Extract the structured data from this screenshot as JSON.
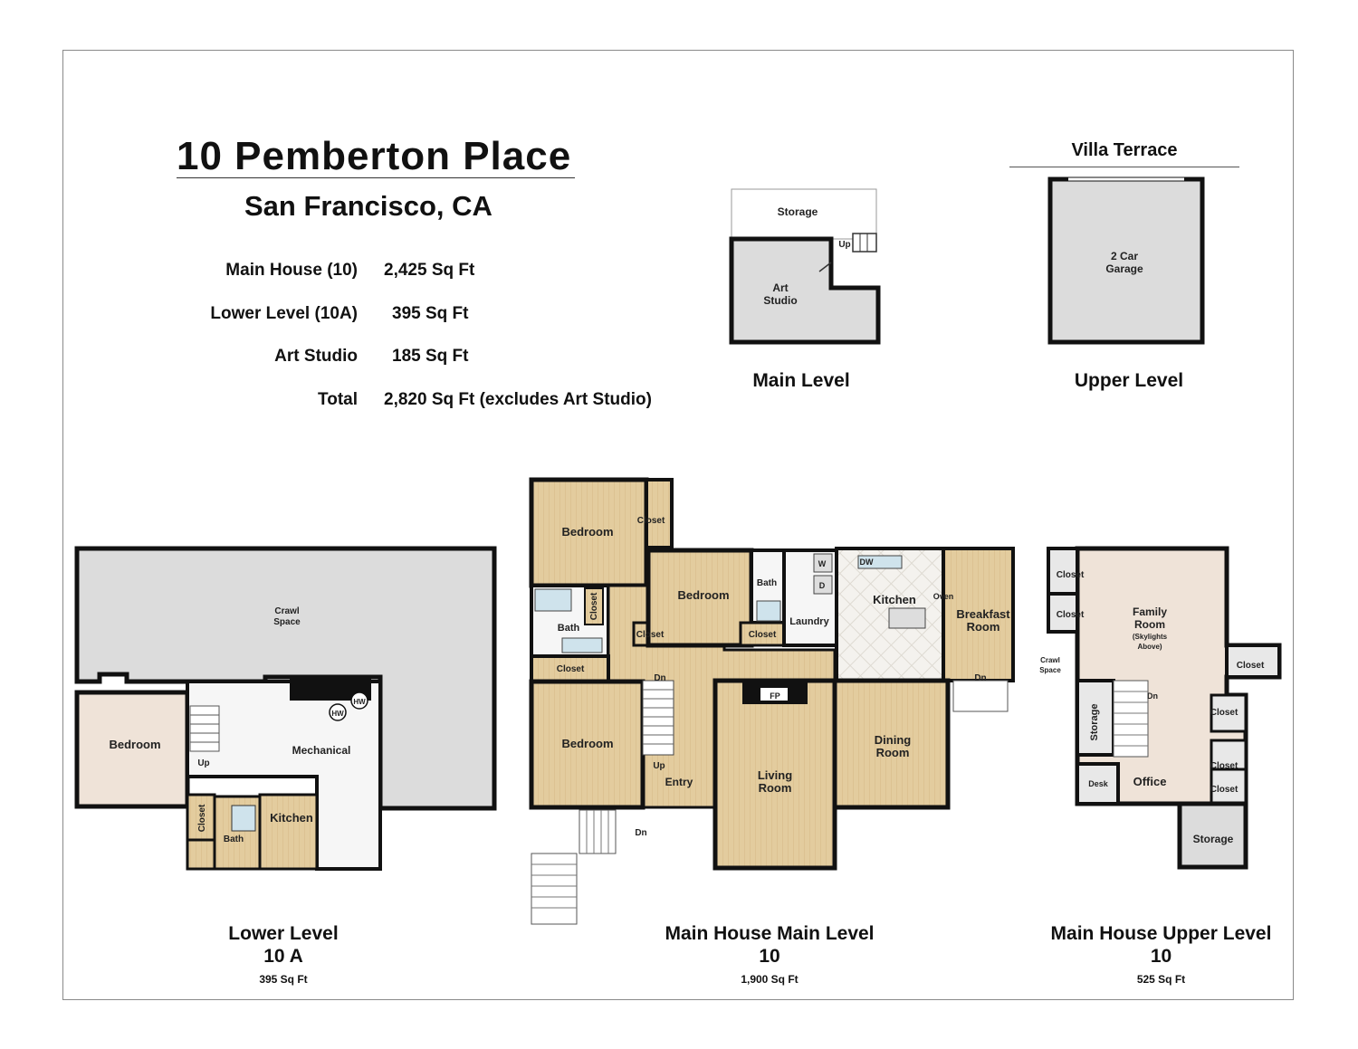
{
  "header": {
    "title": "10 Pemberton Place",
    "subtitle": "San Francisco, CA"
  },
  "stats": [
    {
      "label": "Main House (10)",
      "value": "2,425 Sq Ft"
    },
    {
      "label": "Lower Level (10A)",
      "value": "395 Sq Ft"
    },
    {
      "label": "Art Studio",
      "value": "185 Sq Ft"
    },
    {
      "label": "Total",
      "value": "2,820 Sq Ft (excludes Art Studio)"
    }
  ],
  "villa_terrace": {
    "heading": "Villa Terrace",
    "main_level_caption": "Main Level",
    "upper_level_caption": "Upper Level",
    "rooms": {
      "storage": "Storage",
      "up": "Up",
      "art_studio_1": "Art",
      "art_studio_2": "Studio",
      "garage_1": "2 Car",
      "garage_2": "Garage"
    }
  },
  "lower_level": {
    "caption_line1": "Lower Level",
    "caption_line2": "10 A",
    "area": "395 Sq Ft",
    "rooms": {
      "crawl_1": "Crawl",
      "crawl_2": "Space",
      "bedroom": "Bedroom",
      "mechanical": "Mechanical",
      "hw": "HW",
      "up": "Up",
      "closet": "Closet",
      "kitchen": "Kitchen",
      "bath": "Bath"
    }
  },
  "main_level": {
    "caption_line1": "Main House Main Level",
    "caption_line2": "10",
    "area": "1,900 Sq Ft",
    "rooms": {
      "bedroom": "Bedroom",
      "closet": "Closet",
      "bath": "Bath",
      "laundry": "Laundry",
      "w": "W",
      "d": "D",
      "dw": "DW",
      "kitchen": "Kitchen",
      "oven": "Oven",
      "breakfast_1": "Breakfast",
      "breakfast_2": "Room",
      "dn": "Dn",
      "up": "Up",
      "entry": "Entry",
      "fp": "FP",
      "living_1": "Living",
      "living_2": "Room",
      "dining_1": "Dining",
      "dining_2": "Room"
    }
  },
  "upper_level": {
    "caption_line1": "Main House Upper Level",
    "caption_line2": "10",
    "area": "525 Sq Ft",
    "rooms": {
      "closet": "Closet",
      "family_1": "Family",
      "family_2": "Room",
      "family_3": "(Skylights",
      "family_4": "Above)",
      "crawl_1": "Crawl",
      "crawl_2": "Space",
      "dn": "Dn",
      "storage": "Storage",
      "desk": "Desk",
      "office": "Office"
    }
  },
  "colors": {
    "floor_wood": "#e3cc9e",
    "floor_grey": "#dcdcdc",
    "floor_pink": "#efe3d8",
    "floor_white": "#f6f6f6",
    "floor_tile": "#f3f1ec",
    "wall": "#111111"
  }
}
